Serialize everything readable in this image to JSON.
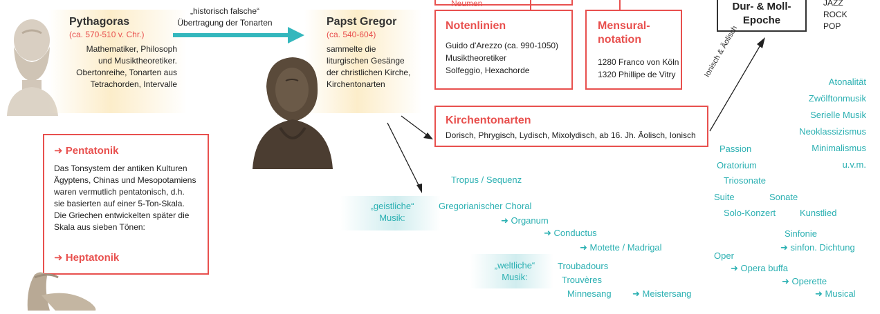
{
  "pythagoras": {
    "name": "Pythagoras",
    "dates": "(ca. 570-510 v. Chr.)",
    "desc1": "Mathematiker, Philosoph",
    "desc2": "und Musiktheoretiker.",
    "desc3": "Obertonreihe, Tonarten aus",
    "desc4": "Tetrachorden, Intervalle"
  },
  "transfer_note": {
    "line1": "„historisch falsche“",
    "line2": "Übertragung der Tonarten"
  },
  "gregor": {
    "name": "Papst Gregor",
    "dates": "(ca. 540-604)",
    "desc1": "sammelte die",
    "desc2": "liturgischen Gesänge",
    "desc3": "der christlichen Kirche,",
    "desc4": "Kirchentonarten"
  },
  "neumen": {
    "label": "Neumen"
  },
  "notenlinien": {
    "title": "Notenlinien",
    "line1": "Guido d'Arezzo (ca. 990-1050)",
    "line2": "Musiktheoretiker",
    "line3": "Solfeggio, Hexachorde"
  },
  "mensural": {
    "title1": "Mensural-",
    "title2": "notation",
    "line1": "1280 Franco von Köln",
    "line2": "1320 Phillipe de Vitry"
  },
  "durmoll": {
    "line1": "Dur- & Moll-",
    "line2": "Epoche"
  },
  "jazz": {
    "jazz": "JAZZ",
    "rock": "ROCK",
    "pop": "POP"
  },
  "ionisch_label": "Ionisch & Äolisch",
  "kirchentonarten": {
    "title": "Kirchentonarten",
    "line1": "Dorisch, Phrygisch, Lydisch, Mixolydisch, ab 16. Jh. Äolisch, Ionisch"
  },
  "pentatonik": {
    "title": "➜ Pentatonik",
    "line1": "Das Tonsystem der antiken Kulturen",
    "line2": "Ägyptens, Chinas und Mesopotamiens",
    "line3": "waren vermutlich pentatonisch, d.h.",
    "line4": "sie basierten auf einer 5-Ton-Skala.",
    "line5": "Die Griechen entwickelten später die",
    "line6": "Skala aus sieben Tönen:",
    "heptatonik": "➜ Heptatonik"
  },
  "geistliche": {
    "line1": "„geistliche“",
    "line2": "Musik:"
  },
  "weltliche": {
    "line1": "„weltliche“",
    "line2": "Musik:"
  },
  "medieval": {
    "tropus": "Tropus / Sequenz",
    "choral": "Gregorianischer Choral",
    "organum": "➜ Organum",
    "conductus": "➜ Conductus",
    "motette": "➜ Motette / Madrigal",
    "troubadours": "Troubadours",
    "trouveres": "Trouvères",
    "minnesang": "Minnesang",
    "meistersang": "➜ Meistersang"
  },
  "later": {
    "passion": "Passion",
    "oratorium": "Oratorium",
    "triosonate": "Triosonate",
    "suite": "Suite",
    "sonate": "Sonate",
    "solokonzert": "Solo-Konzert",
    "kunstlied": "Kunstlied",
    "sinfonie": "Sinfonie",
    "sinfon_dichtung": "➜ sinfon. Dichtung",
    "oper": "Oper",
    "opera_buffa": "➜ Opera buffa",
    "operette": "➜ Operette",
    "musical": "➜ Musical"
  },
  "modern": {
    "atonalitaet": "Atonalität",
    "zwoelfton": "Zwölftonmusik",
    "seriell": "Serielle Musik",
    "neoklass": "Neoklassizismus",
    "minimal": "Minimalismus",
    "uvm": "u.v.m."
  }
}
